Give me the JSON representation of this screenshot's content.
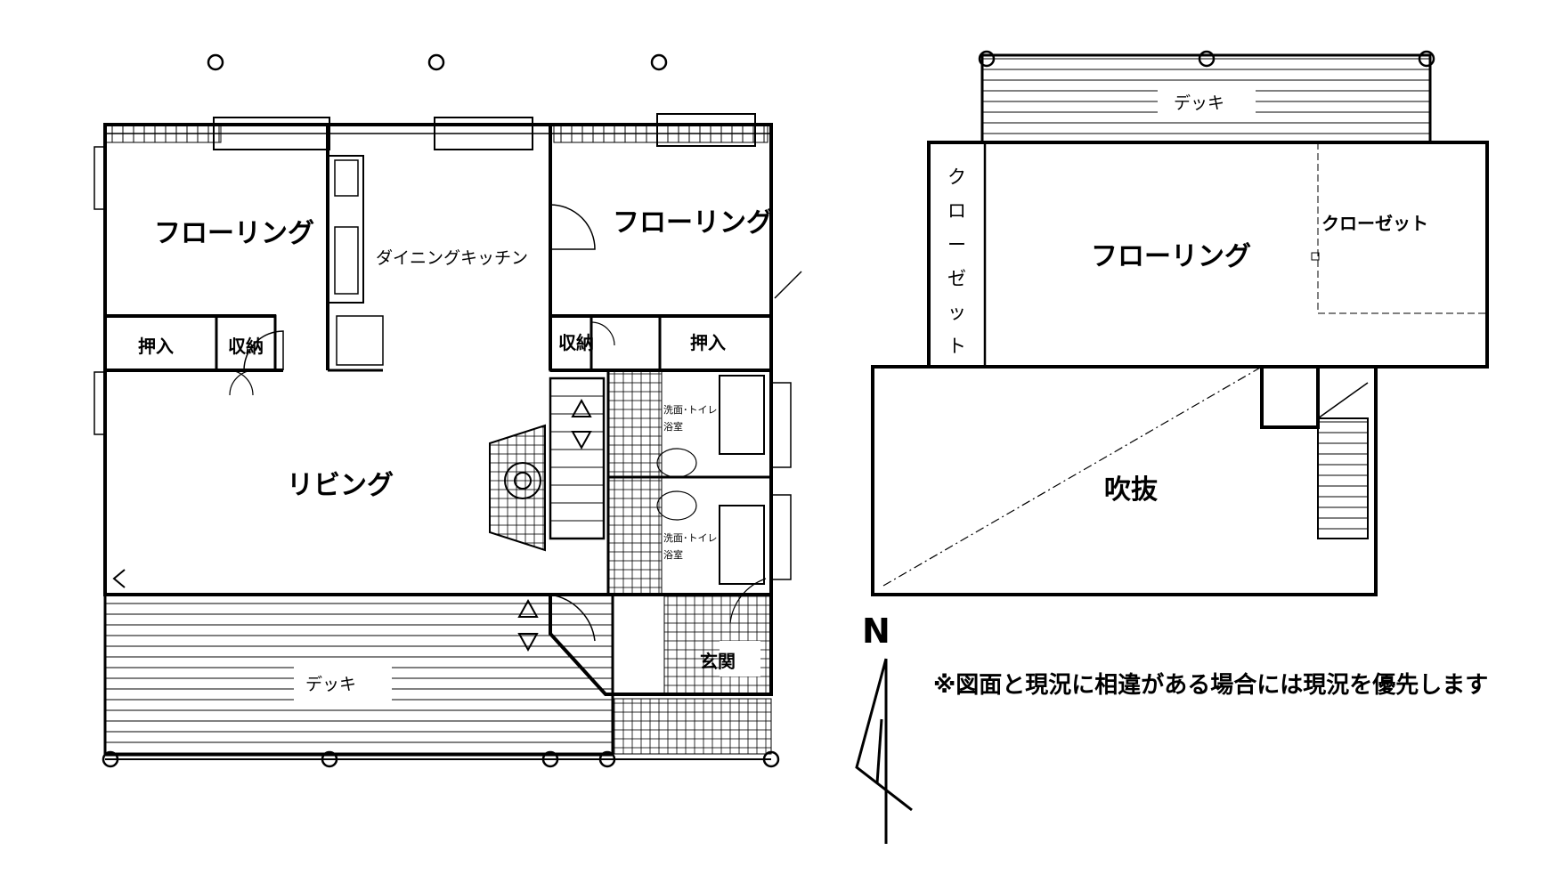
{
  "ground_floor": {
    "room_west": "フローリング",
    "dining_kitchen": "ダイニングキッチン",
    "room_east": "フローリング",
    "closet_west": "押入",
    "storage_west": "収納",
    "storage_east": "収納",
    "closet_east": "押入",
    "bath_upper_l1": "洗面･トイレ",
    "bath_upper_l2": "浴室",
    "bath_lower_l1": "洗面･トイレ",
    "bath_lower_l2": "浴室",
    "living": "リビング",
    "deck": "デッキ",
    "entrance": "玄関"
  },
  "upper_floor": {
    "deck": "デッキ",
    "closet_vertical": [
      "ク",
      "ロ",
      "ー",
      "ゼ",
      "ッ",
      "ト"
    ],
    "room": "フローリング",
    "closet": "クローゼット",
    "void": "吹抜"
  },
  "compass": {
    "label": "N"
  },
  "note": "※図面と現況に相違がある場合には現況を優先します"
}
